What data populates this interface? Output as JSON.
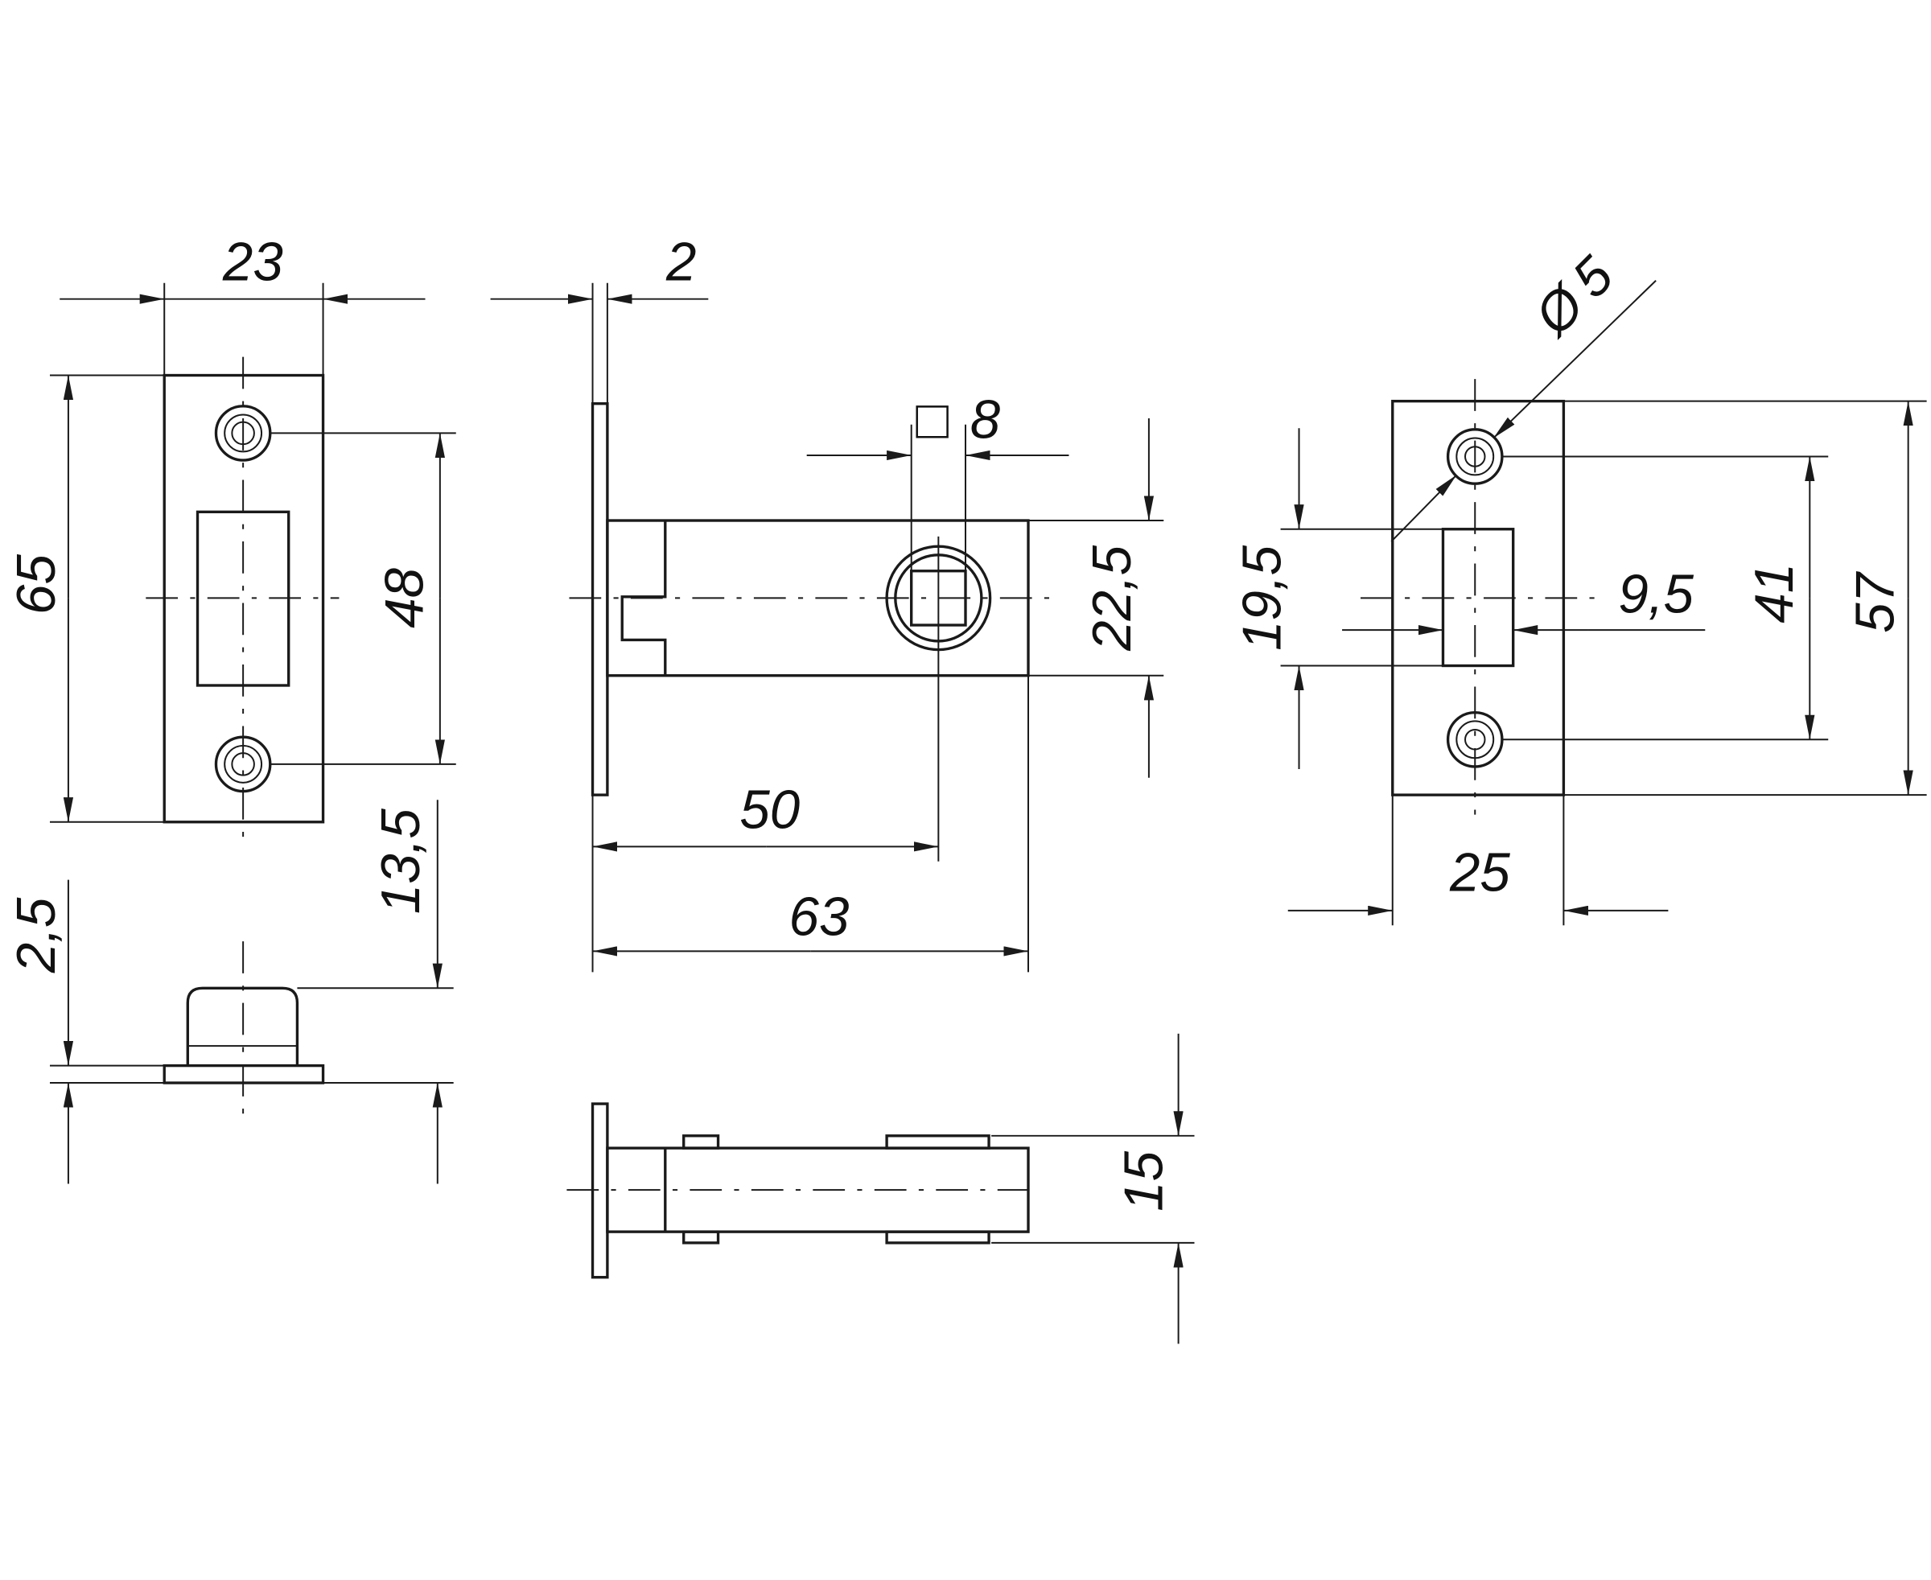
{
  "drawing": {
    "title": "Latch dimensional drawing",
    "line_color": "#1a1a1a",
    "background": "#ffffff",
    "strike_plate": {
      "width": "23",
      "height": "65",
      "screw_spacing": "48",
      "boss_height": "13,5",
      "plate_thickness": "2,5"
    },
    "latch_side": {
      "faceplate_thickness": "2",
      "spindle_square": "8",
      "spindle_square_symbol": "□",
      "body_height": "22,5",
      "backset": "50",
      "body_length": "63"
    },
    "latch_top": {
      "body_width": "15"
    },
    "faceplate": {
      "hole_diameter": "5",
      "diameter_symbol": "Ø",
      "width": "25",
      "height": "57",
      "screw_spacing": "41",
      "bolt_height": "19,5",
      "bolt_width": "9,5"
    }
  }
}
